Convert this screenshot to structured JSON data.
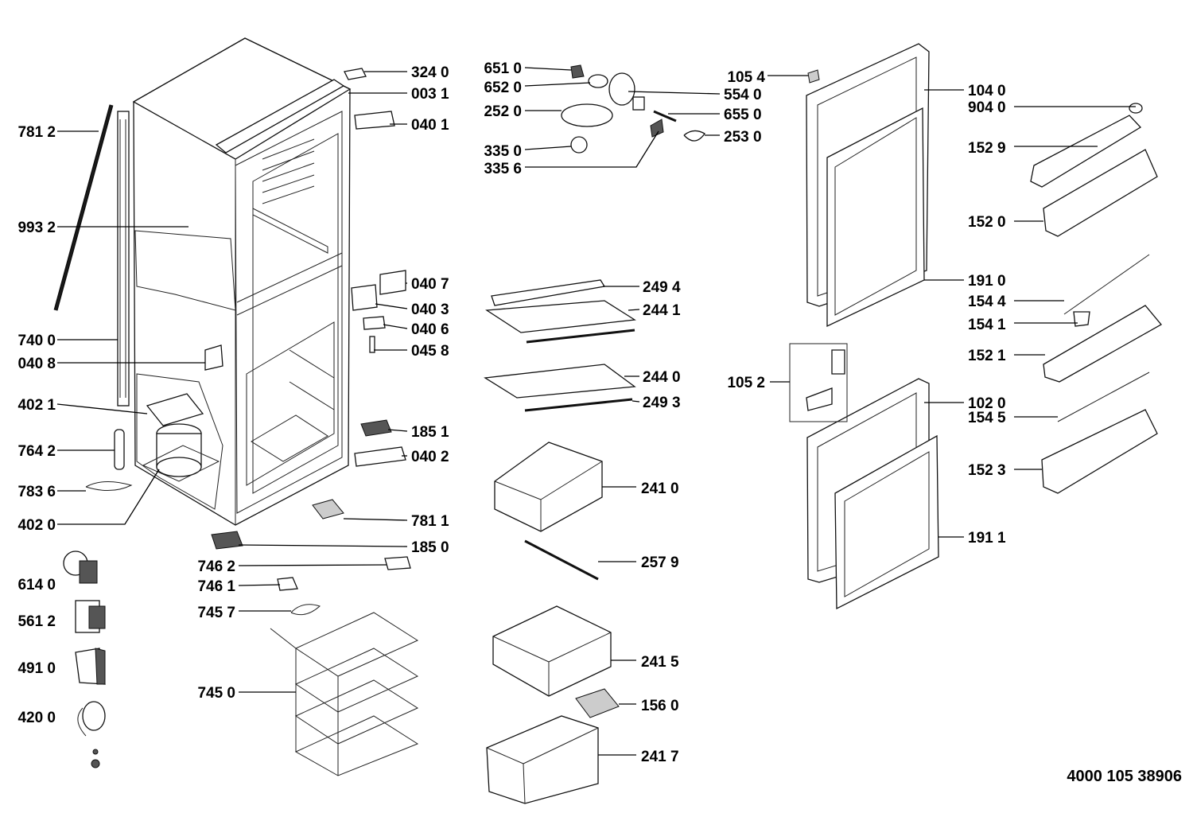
{
  "diagram": {
    "doc_number": "4000 105 38906",
    "labels": {
      "p7812": "781 2",
      "p9932": "993 2",
      "p7400": "740 0",
      "p0408": "040 8",
      "p4021": "402 1",
      "p7642": "764 2",
      "p7836": "783 6",
      "p4020": "402 0",
      "p6140": "614 0",
      "p5612": "561 2",
      "p4910": "491 0",
      "p4200": "420 0",
      "p3240": "324 0",
      "p0031": "003 1",
      "p0401": "040 1",
      "p0407": "040 7",
      "p0403": "040 3",
      "p0406": "040 6",
      "p0458": "045 8",
      "p1851": "185 1",
      "p0402": "040 2",
      "p7811": "781 1",
      "p1850": "185 0",
      "p7462": "746 2",
      "p7461": "746 1",
      "p7457": "745 7",
      "p7450": "745 0",
      "p6510": "651 0",
      "p6520": "652 0",
      "p2520": "252 0",
      "p3350": "335 0",
      "p3356": "335 6",
      "p5540": "554 0",
      "p6550": "655 0",
      "p2530": "253 0",
      "p2494": "249 4",
      "p2441": "244 1",
      "p2440": "244 0",
      "p2493": "249 3",
      "p2410": "241 0",
      "p2579": "257 9",
      "p2415": "241 5",
      "p1560": "156 0",
      "p2417": "241 7",
      "p1054": "105 4",
      "p1040": "104 0",
      "p9040": "904 0",
      "p1529": "152 9",
      "p1520": "152 0",
      "p1910": "191 0",
      "p1544": "154 4",
      "p1541": "154 1",
      "p1521": "152 1",
      "p1052": "105 2",
      "p1020": "102 0",
      "p1545": "154 5",
      "p1523": "152 3",
      "p1911": "191 1"
    }
  }
}
